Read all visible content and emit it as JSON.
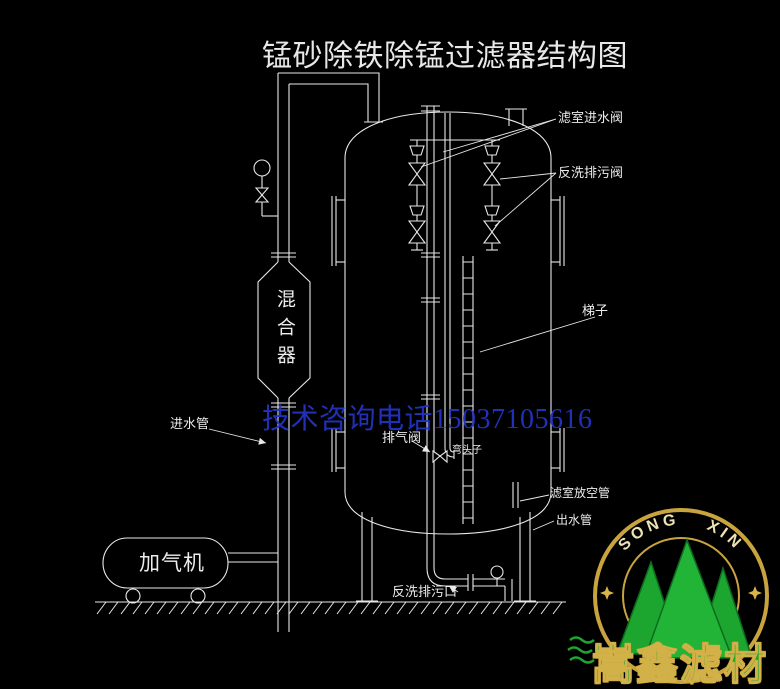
{
  "title": "锰砂除铁除锰过滤器结构图",
  "watermark": "技术咨询电话15037105616",
  "diagram_labels": {
    "filter_inlet_valve": "滤室进水阀",
    "backwash_drain_valve": "反洗排污阀",
    "ladder": "梯子",
    "filter_vent_pipe": "滤室放空管",
    "outlet_pipe": "出水管",
    "exhaust_valve": "排气阀",
    "elbow": "弯头子",
    "backwash_drain_outlet": "反洗排污口",
    "inlet_pipe": "进水管",
    "mixer_vessel": "混合器",
    "aerator_machine": "加气机"
  },
  "logo": {
    "arc_text": "SONG XIN",
    "brand_text": "嵩鑫滤材"
  },
  "colors": {
    "background": "#000000",
    "line": "#e8e8e8",
    "watermark_blue": "#2336c8",
    "logo_gold": "#c9a43e",
    "logo_green": "#1ca52f"
  }
}
